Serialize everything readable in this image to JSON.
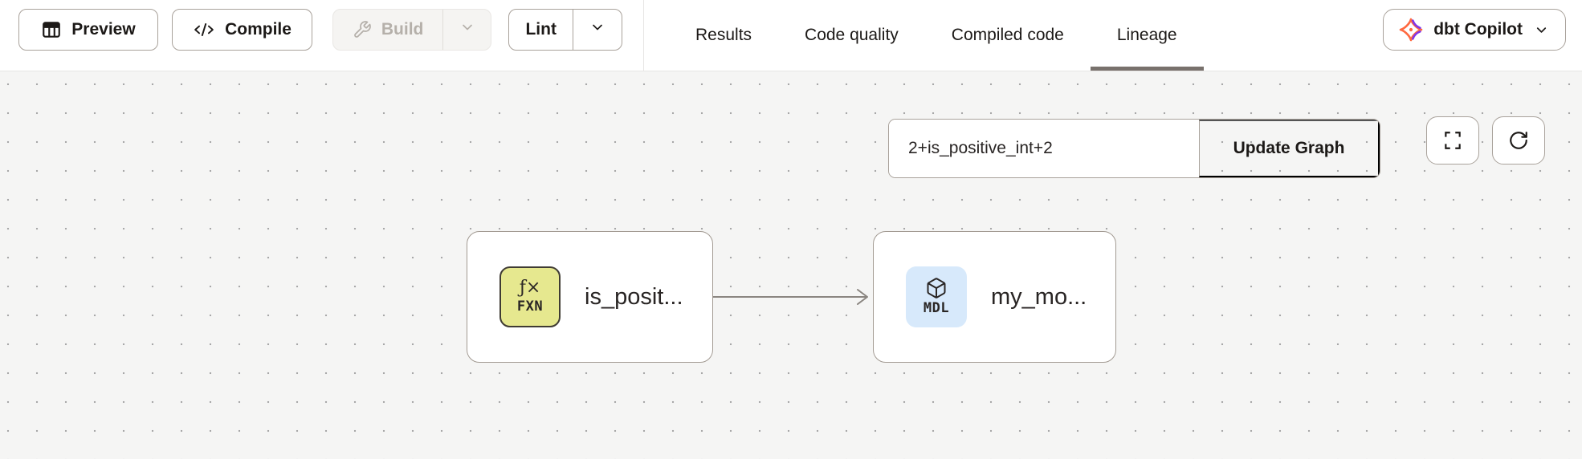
{
  "toolbar": {
    "preview_label": "Preview",
    "compile_label": "Compile",
    "build_label": "Build",
    "lint_label": "Lint",
    "copilot_label": "dbt Copilot"
  },
  "tabs": [
    {
      "label": "Results",
      "active": false
    },
    {
      "label": "Code quality",
      "active": false
    },
    {
      "label": "Compiled code",
      "active": false
    },
    {
      "label": "Lineage",
      "active": true
    }
  ],
  "active_tab": "Lineage",
  "canvas": {
    "selector": {
      "value": "2+is_positive_int+2",
      "update_label": "Update Graph"
    },
    "nodes": [
      {
        "kind": "function",
        "badge_symbol": "ƒ×",
        "badge_text": "FXN",
        "label": "is_posit...",
        "badge_color": "#e6e88f"
      },
      {
        "kind": "model",
        "badge_text": "MDL",
        "label": "my_mo...",
        "badge_color": "#d7e9fb"
      }
    ],
    "edges": [
      {
        "from": "is_posit...",
        "to": "my_mo..."
      }
    ]
  },
  "colors": {
    "canvas_bg": "#f5f5f4",
    "grid_dot": "#a8a8a8",
    "button_border": "#a9a29b",
    "active_tab_underline": "#78716c",
    "function_badge_bg": "#e6e88f",
    "model_badge_bg": "#d7e9fb",
    "copilot_orange": "#ff6940",
    "copilot_purple": "#8135e8",
    "edge_gray": "#8a8580"
  }
}
